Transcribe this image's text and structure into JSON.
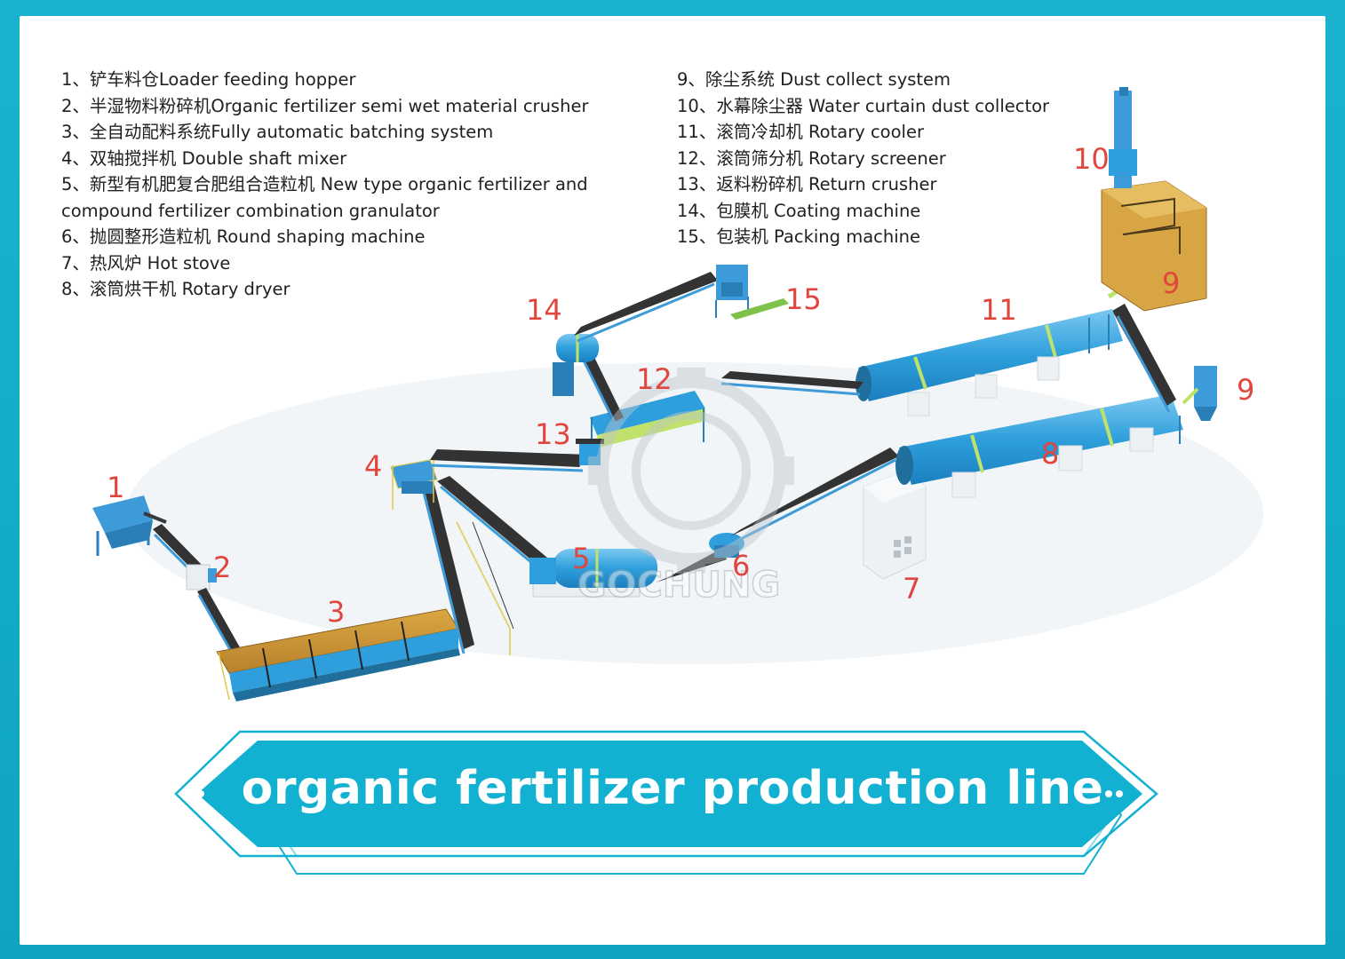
{
  "legend_left": [
    "1、铲车料仓Loader feeding hopper",
    "2、半湿物料粉碎机Organic fertilizer semi wet material crusher",
    "3、全自动配料系统Fully automatic batching system",
    "4、双轴搅拌机 Double shaft mixer",
    "5、新型有机肥复合肥组合造粒机 New type organic fertilizer and compound fertilizer combination granulator",
    "6、抛圆整形造粒机 Round shaping machine",
    "7、热风炉 Hot stove",
    "8、滚筒烘干机 Rotary dryer"
  ],
  "legend_right": [
    "9、除尘系统 Dust collect system",
    "10、水幕除尘器 Water curtain dust collector",
    "11、滚筒冷却机 Rotary cooler",
    "12、滚筒筛分机 Rotary screener",
    "13、返料粉碎机 Return crusher",
    "14、包膜机 Coating machine",
    "15、包装机 Packing machine"
  ],
  "markers": {
    "m1": "1",
    "m2": "2",
    "m3": "3",
    "m4": "4",
    "m5": "5",
    "m6": "6",
    "m7": "7",
    "m8": "8",
    "m9a": "9",
    "m9b": "9",
    "m10": "10",
    "m11": "11",
    "m12": "12",
    "m13": "13",
    "m14": "14",
    "m15": "15"
  },
  "watermark": "GOCHUNG",
  "banner_title": "organic fertilizer production line",
  "colors": {
    "frame": "#14aac8",
    "machine_blue": "#2e9fdc",
    "steel": "#4aa3d8",
    "label_red": "#e0463d",
    "banner": "#13b1d1"
  }
}
